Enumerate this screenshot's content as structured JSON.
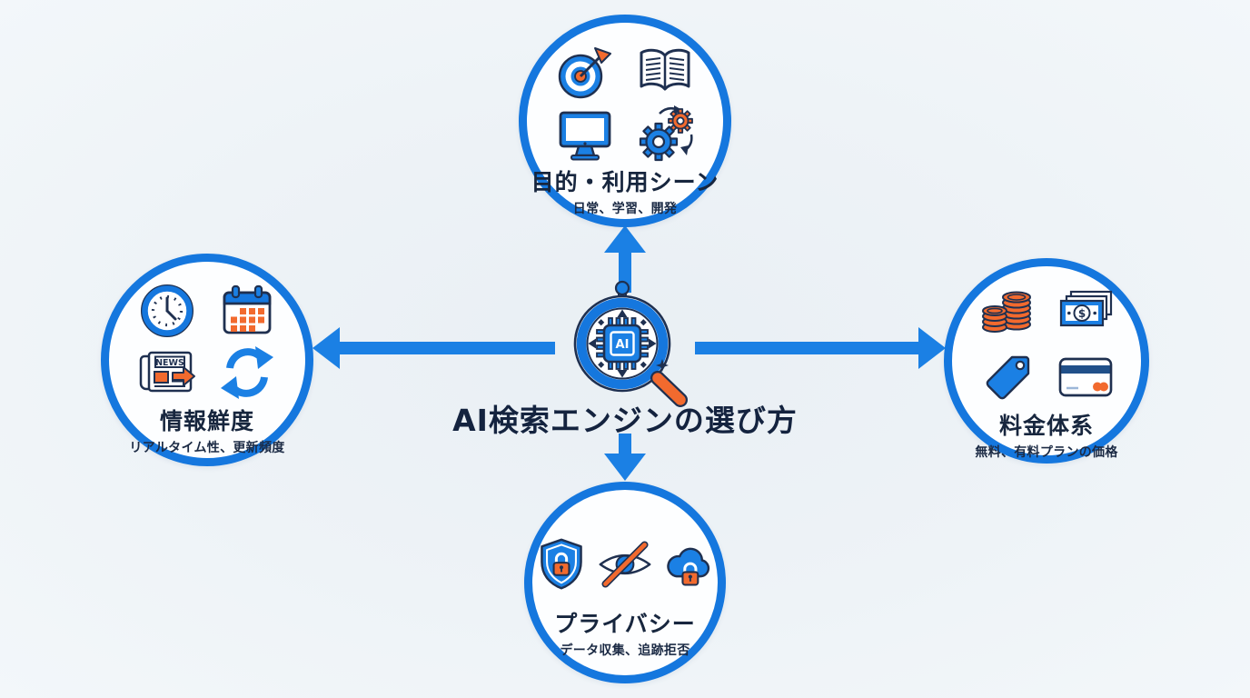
{
  "title": "AI検索エンジンの選び方",
  "center": {
    "icon": "ai-search-magnifier-icon",
    "chip_label": "AI"
  },
  "nodes": {
    "top": {
      "label": "目的・利用シーン",
      "sublabel": "日常、学習、開発",
      "icons": [
        "target-icon",
        "open-book-icon",
        "monitor-icon",
        "gears-icon"
      ]
    },
    "left": {
      "label": "情報鮮度",
      "sublabel": "リアルタイム性、更新頻度",
      "icons": [
        "clock-icon",
        "calendar-icon",
        "news-icon",
        "refresh-icon"
      ],
      "news_label": "NEWS"
    },
    "right": {
      "label": "料金体系",
      "sublabel": "無料、有料プランの価格",
      "icons": [
        "coins-icon",
        "banknote-icon",
        "price-tag-icon",
        "credit-card-icon"
      ],
      "currency_symbol": "$"
    },
    "bottom": {
      "label": "プライバシー",
      "sublabel": "データ収集、追跡拒否",
      "icons": [
        "shield-lock-icon",
        "eye-off-icon",
        "cloud-lock-icon"
      ]
    }
  },
  "colors": {
    "primary_blue": "#1577de",
    "arrow_blue": "#1b80e4",
    "dark_navy": "#1f3050",
    "accent_orange": "#f26a2e",
    "background": "#eef3f7",
    "text": "#17263e"
  }
}
